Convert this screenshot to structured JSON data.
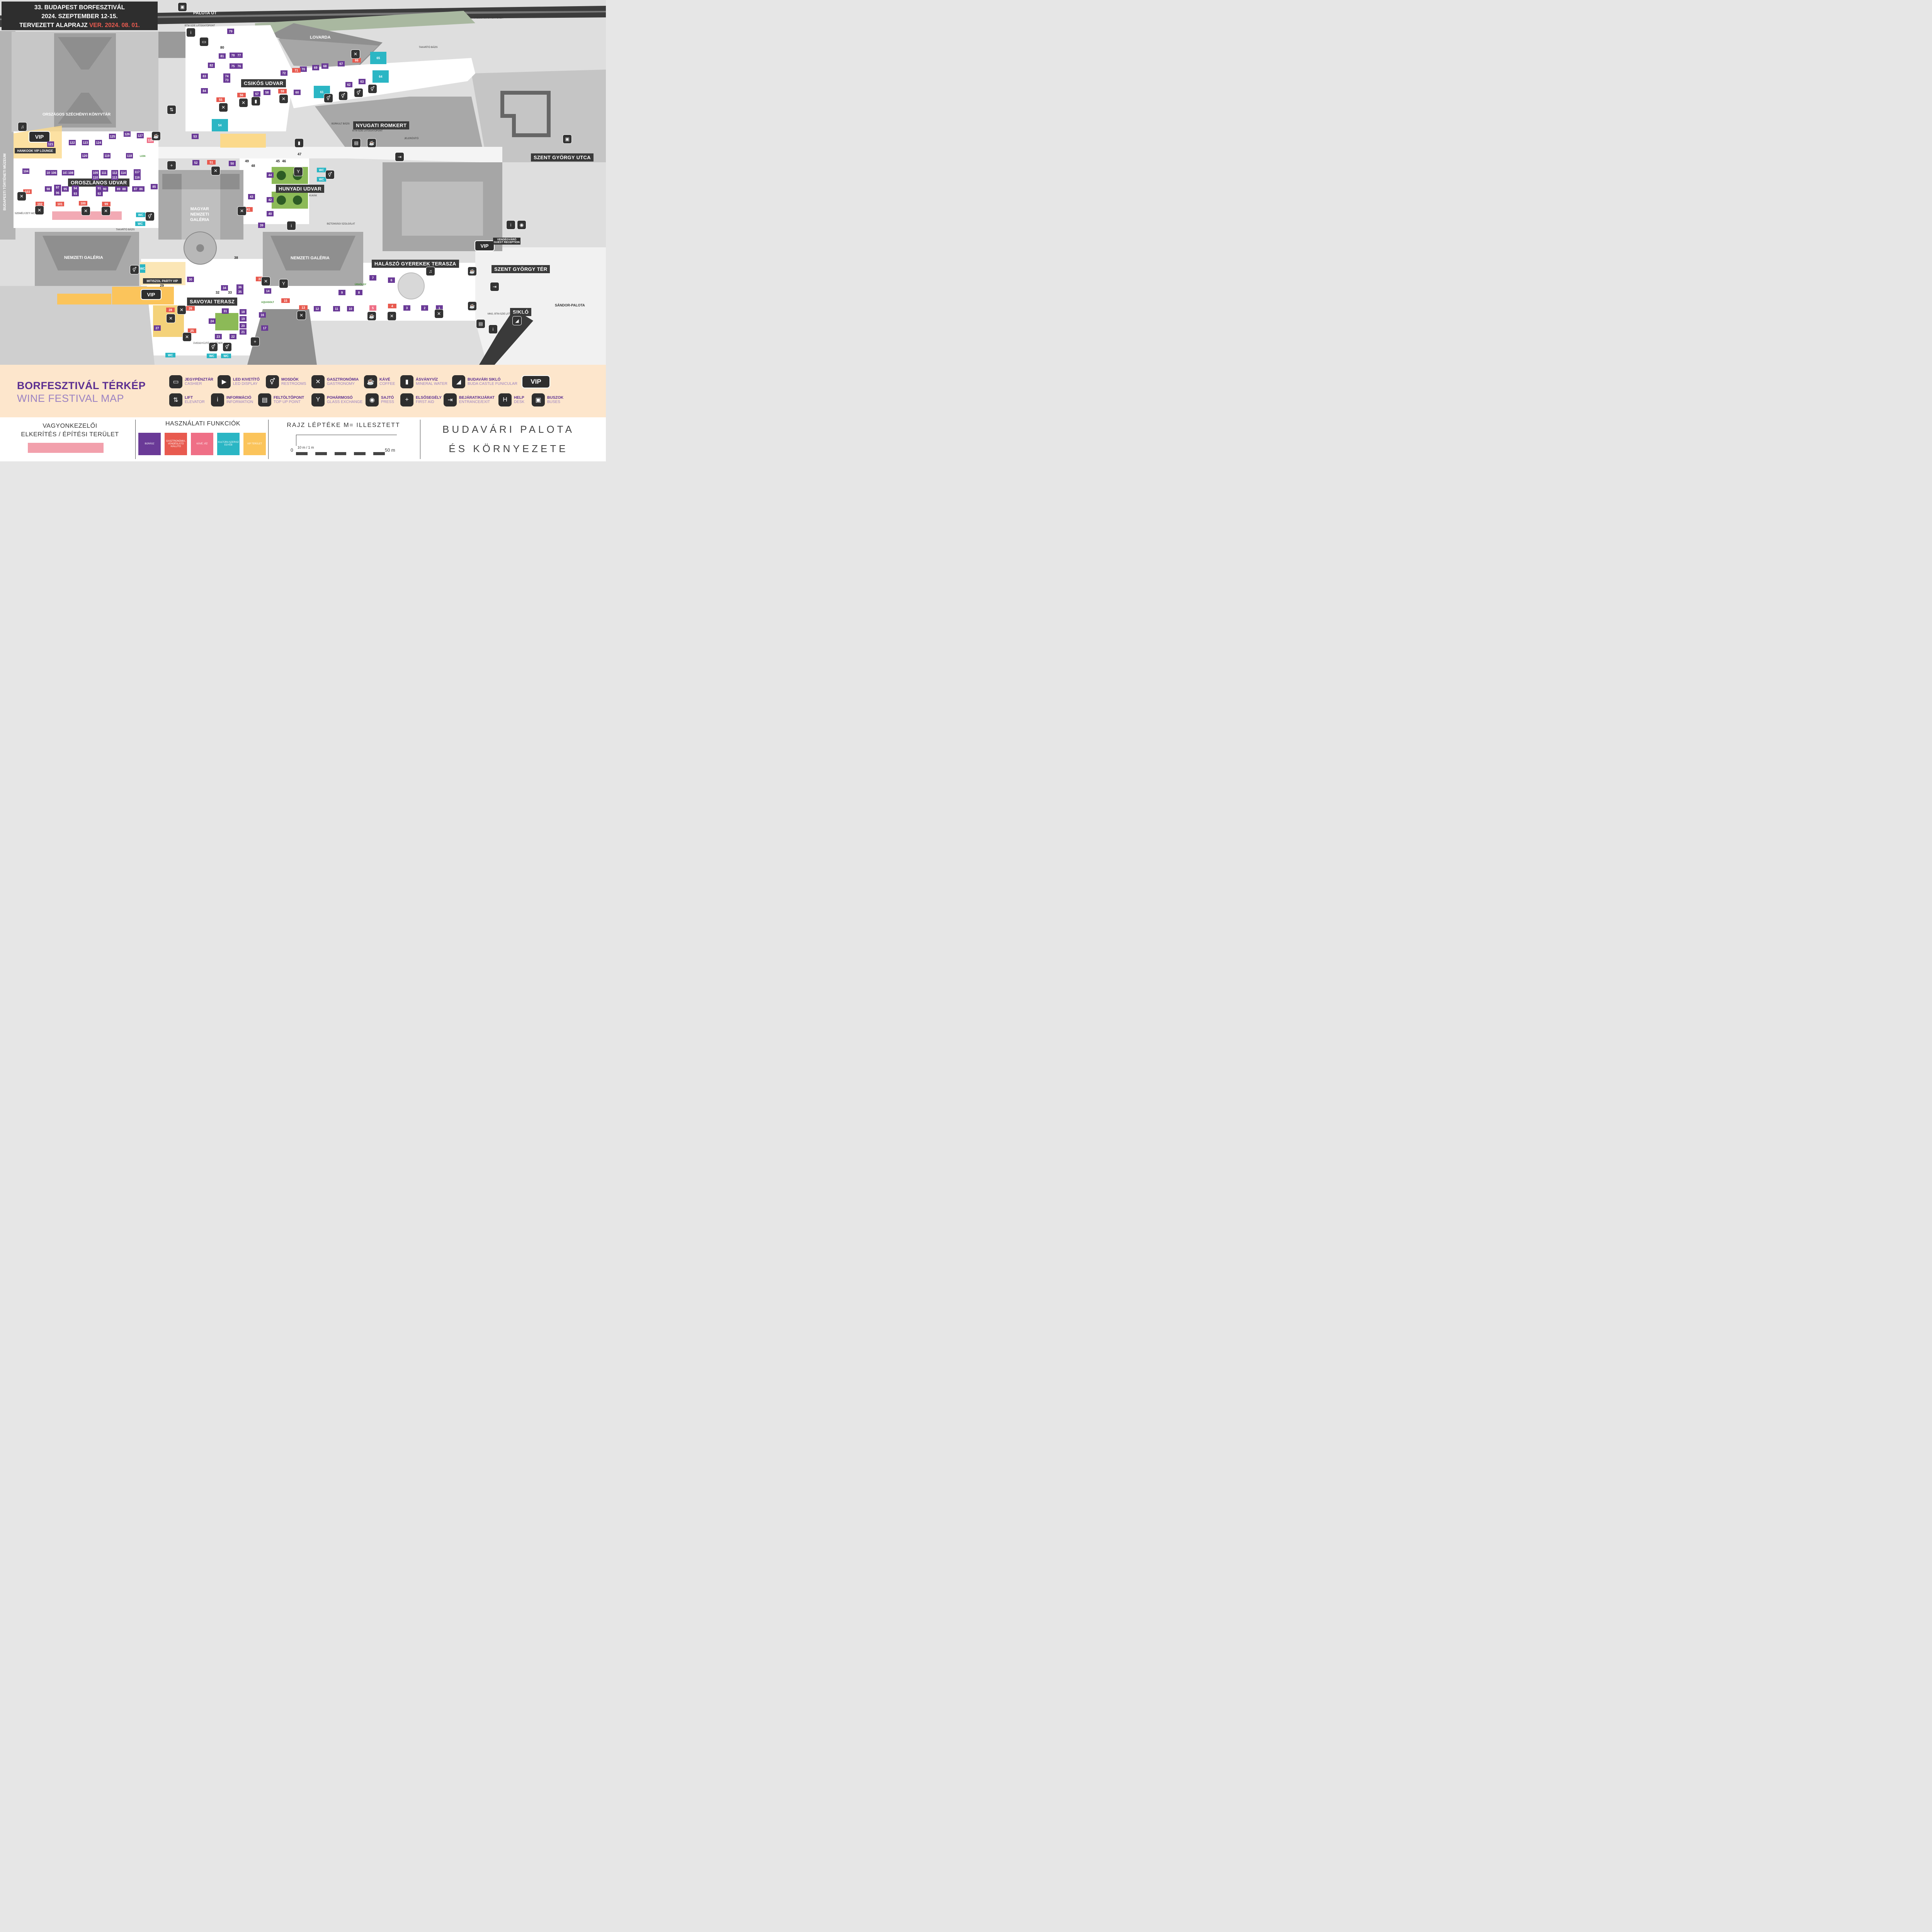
{
  "title": {
    "line1": "33. BUDAPEST BORFESZTIVÁL",
    "line2": "2024. SZEPTEMBER 12-15.",
    "line3": "TERVEZETT ALAPRAJZ",
    "version": "VER. 2024. 08. 01."
  },
  "colors": {
    "winery": "#6a3a97",
    "gastro": "#e85a4f",
    "coffee": "#ef6f86",
    "culture": "#2bb6c4",
    "vip": "#fbc45b",
    "dark": "#2e2e2e"
  },
  "streets": {
    "palota_ut": "PALOTA ÚT",
    "szent_gyorgy_utca": "SZENT GYÖRGY UTCA",
    "szent_gyorgy_ter": "SZENT GYÖRGY TÉR",
    "sandor_palota": "SÁNDOR-PALOTA"
  },
  "areas": {
    "csikos": "CSIKÓS UDVAR",
    "oroszlanos": "OROSZLÁNOS UDVAR",
    "hunyadi": "HUNYADI UDVAR",
    "nyugati": "NYUGATI ROMKERT",
    "savoyai": "SAVOYAI TERASZ",
    "halaszo": "HALÁSZÓ GYEREKEK TERASZA",
    "siklo": "SIKLÓ"
  },
  "buildings": {
    "lovarda": "LOVARDA",
    "foorsegi": "FŐŐRSÉGI PALOTA",
    "konyvtar": "ORSZÁGOS SZÉCHÉNYI KÖNYVTÁR",
    "tortmuzeum": "BUDAPESTI TÖRTÉNETI MÚZEUM",
    "mng1": "MAGYAR",
    "mng2": "NEMZETI",
    "mng3": "GALÉRIA",
    "ng_left": "NEMZETI GALÉRIA",
    "ng_right": "NEMZETI GALÉRIA"
  },
  "places": {
    "hankook": "HANKOOK VIP LOUNGE",
    "mitiszol": "MITISZOL PARTY VIP",
    "vip": "VIP",
    "vendegvaro1": "VENDÉGVÁRÓ",
    "vendegvaro2": "GUEST RECEPTION",
    "takarito1": "TAKARÍTÓ BÁZIS",
    "takarito2": "TAKARÍTÓ BÁZIS",
    "borkult": "BORKULT BÁZIS",
    "btm_szie1": "BTM-SZIE LÁTOGATÓPONT",
    "btm_szie2": "BTM-SZIE LÁTOGATÓPONT",
    "mng_btm": "MNG, BTM-SZIE LÁTOGATÓPONT",
    "jeleosito": "JELERŐSÍTŐ",
    "biztonsagi": "BIZTONSÁGI SZOLGÁLAT",
    "kukak": "KUKÁK",
    "uveg1": "ÜVEGGYŰJTŐ KONTÉNER",
    "uveg2": "ÜVEGGYŰJTŐ KONTÉNER",
    "szemelyzeti": "SZEMÉLYZETI WC",
    "lion": "LION",
    "aquasolt": "AQUASOLT",
    "urholgy": "ÚRHÖLGY",
    "wc": "WC"
  },
  "stands": {
    "winery": [
      "1",
      "2",
      "3",
      "6",
      "7",
      "8",
      "9",
      "10",
      "11",
      "12",
      "14",
      "16",
      "17",
      "18",
      "19",
      "20",
      "21",
      "22",
      "23",
      "24",
      "27",
      "30",
      "31",
      "34",
      "35",
      "36",
      "39",
      "40",
      "42",
      "43",
      "44",
      "50",
      "52",
      "53",
      "57",
      "58",
      "60",
      "62",
      "63",
      "67",
      "68",
      "69",
      "70",
      "72",
      "73",
      "74",
      "75",
      "76",
      "77",
      "78",
      "79",
      "81",
      "82",
      "83",
      "84",
      "85",
      "86",
      "87",
      "88",
      "89",
      "90",
      "91",
      "92",
      "93",
      "94",
      "95",
      "96",
      "97",
      "98",
      "104",
      "105",
      "106",
      "107",
      "108",
      "109",
      "110",
      "111",
      "112",
      "113",
      "114",
      "116",
      "117",
      "118",
      "119",
      "120",
      "121",
      "122",
      "123",
      "124",
      "125",
      "126",
      "127"
    ],
    "gastro": [
      "4",
      "13",
      "15",
      "25",
      "26",
      "28",
      "37",
      "41",
      "51",
      "55",
      "56",
      "59",
      "66",
      "71",
      "99",
      "100",
      "101",
      "102",
      "103"
    ],
    "coffee": [
      "5",
      "128"
    ],
    "culture": [
      "54",
      "61",
      "64",
      "65"
    ],
    "other_numbers": [
      "29",
      "32",
      "33",
      "38",
      "45",
      "46",
      "47",
      "48",
      "49",
      "80"
    ]
  },
  "legend": {
    "title_hu": "BORFESZTIVÁL TÉRKÉP",
    "title_en": "WINE FESTIVAL MAP",
    "items": [
      {
        "hu": "JEGYPÉNZTÁR",
        "en": "CASHIER",
        "icon": "cashier-icon",
        "glyph": "▭"
      },
      {
        "hu": "LED KIVETÍTŐ",
        "en": "LED DISPLAY",
        "icon": "led-display-icon",
        "glyph": "▶"
      },
      {
        "hu": "MOSDÓK",
        "en": "RESTROOMS",
        "icon": "restroom-icon",
        "glyph": "⚥"
      },
      {
        "hu": "GASZTRONÓMIA",
        "en": "GASTRONOMY",
        "icon": "cutlery-icon",
        "glyph": "✕"
      },
      {
        "hu": "KÁVÉ",
        "en": "COFFEE",
        "icon": "coffee-icon",
        "glyph": "☕"
      },
      {
        "hu": "ÁSVÁNYVÍZ",
        "en": "MINERAL WATER",
        "icon": "bottle-icon",
        "glyph": "▮"
      },
      {
        "hu": "BUDAVÁRI SIKLÓ",
        "en": "BUDA CASTLE FUNICULAR",
        "icon": "funicular-icon",
        "glyph": "◢"
      },
      {
        "hu": "LIFT",
        "en": "ELEVATOR",
        "icon": "elevator-icon",
        "glyph": "⇅"
      },
      {
        "hu": "INFORMÁCIÓ",
        "en": "INFORMATION",
        "icon": "info-icon",
        "glyph": "i"
      },
      {
        "hu": "FELTÖLTŐPONT",
        "en": "TOP UP POINT",
        "icon": "card-icon",
        "glyph": "▤"
      },
      {
        "hu": "POHÁRMOSÓ",
        "en": "GLASS EXCHANGE",
        "icon": "glass-icon",
        "glyph": "Y"
      },
      {
        "hu": "SAJTÓ",
        "en": "PRESS",
        "icon": "camera-icon",
        "glyph": "◉"
      },
      {
        "hu": "ELSŐSEGÉLY",
        "en": "FIRST AID",
        "icon": "first-aid-icon",
        "glyph": "+"
      },
      {
        "hu": "BEJÁRAT/KIJÁRAT",
        "en": "ENTRANCE/EXIT",
        "icon": "entrance-icon",
        "glyph": "⇥"
      },
      {
        "hu": "HELP",
        "en": "DESK",
        "icon": "help-desk-icon",
        "glyph": "H"
      },
      {
        "hu": "BUSZOK",
        "en": "BUSES",
        "icon": "bus-icon",
        "glyph": "▣"
      }
    ],
    "vip_badge": "VIP"
  },
  "footer": {
    "fence_title1": "VAGYONKEZELŐI",
    "fence_title2": "ELKERÍTÉS / ÉPÍTÉSI TERÜLET",
    "functions_title": "HASZNÁLATI FUNKCIÓK",
    "functions": [
      {
        "label": "BORÁSZ",
        "color": "#6a3a97"
      },
      {
        "label": "GASZTRONÓMIA, VENDÉGLÁTÓ KIÁLLÍTÓ",
        "color": "#e85a4f"
      },
      {
        "label": "KÁVÉ, VÍZ",
        "color": "#ef6f86"
      },
      {
        "label": "KULTÚRA SZERVIZ EGYÉB",
        "color": "#2bb6c4"
      },
      {
        "label": "VIP TERÜLET",
        "color": "#fbc45b"
      }
    ],
    "scale_title": "RAJZ LÉPTÉKE M= ILLESZTETT",
    "scale_zero": "0",
    "scale_unit": "10 m / 1 m",
    "scale_max": "50 m",
    "place1": "BUDAVÁRI PALOTA",
    "place2": "ÉS KÖRNYEZETE"
  }
}
